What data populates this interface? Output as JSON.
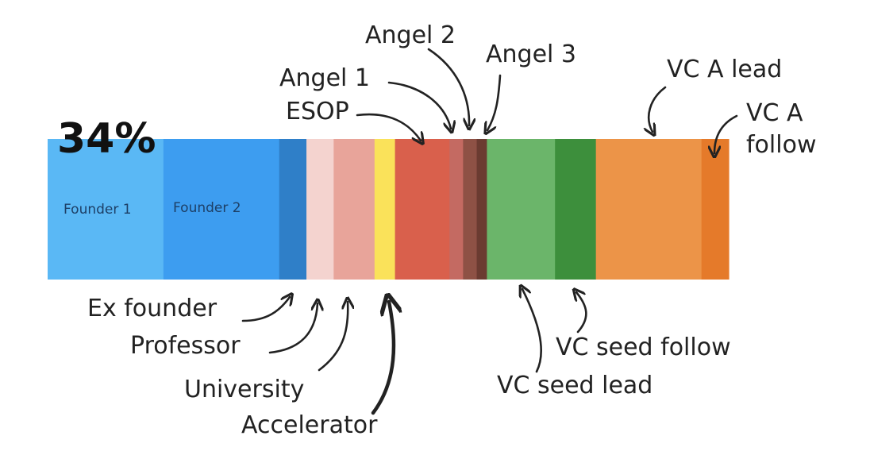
{
  "chart_data": {
    "type": "bar",
    "stacked": true,
    "orientation": "horizontal",
    "headline": "34%",
    "xlim": [
      0,
      100
    ],
    "segments": [
      {
        "name": "Founder 1",
        "value": 17,
        "color": "#5ab8f5",
        "inline_label": "Founder 1"
      },
      {
        "name": "Founder 2",
        "value": 17,
        "color": "#3d9df0",
        "inline_label": "Founder 2"
      },
      {
        "name": "Ex founder",
        "value": 4,
        "color": "#2f7fc8"
      },
      {
        "name": "Professor",
        "value": 4,
        "color": "#f4d3cf"
      },
      {
        "name": "University",
        "value": 6,
        "color": "#e8a49a"
      },
      {
        "name": "Accelerator",
        "value": 3,
        "color": "#fae25a"
      },
      {
        "name": "ESOP",
        "value": 8,
        "color": "#d9604c"
      },
      {
        "name": "Angel 1",
        "value": 2,
        "color": "#c46a62"
      },
      {
        "name": "Angel 2",
        "value": 2,
        "color": "#8e5145"
      },
      {
        "name": "Angel 3",
        "value": 1.5,
        "color": "#6b3b31"
      },
      {
        "name": "VC seed lead",
        "value": 10,
        "color": "#6bb56a"
      },
      {
        "name": "VC seed follow",
        "value": 6,
        "color": "#3d8f3c"
      },
      {
        "name": "VC A lead",
        "value": 15.5,
        "color": "#ec9448"
      },
      {
        "name": "VC A follow",
        "value": 4,
        "color": "#e57a2a"
      }
    ],
    "annotations": {
      "top": [
        {
          "text": "Angel 2"
        },
        {
          "text": "Angel 3"
        },
        {
          "text": "Angel 1"
        },
        {
          "text": "ESOP"
        },
        {
          "text": "VC A lead"
        },
        {
          "text": "VC A",
          "line2": "follow"
        }
      ],
      "bottom": [
        {
          "text": "Ex founder"
        },
        {
          "text": "Professor"
        },
        {
          "text": "University"
        },
        {
          "text": "Accelerator"
        },
        {
          "text": "VC seed follow"
        },
        {
          "text": "VC seed lead"
        }
      ]
    }
  }
}
